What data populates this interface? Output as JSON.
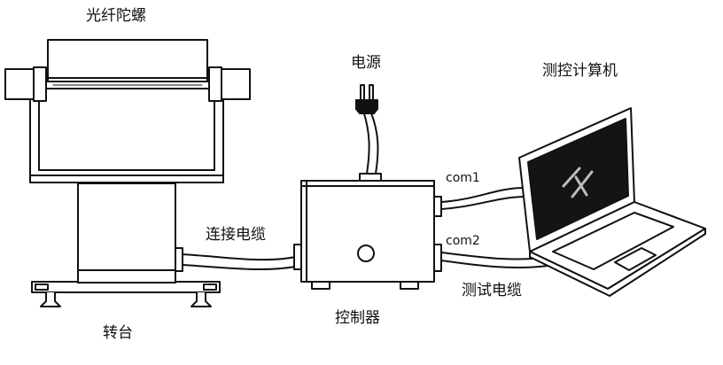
{
  "labels": {
    "gyro": "光纤陀螺",
    "power": "电源",
    "computer": "测控计算机",
    "com1": "com1",
    "com2": "com2",
    "connect_cable": "连接电缆",
    "test_cable": "测试电缆",
    "turntable": "转台",
    "controller": "控制器"
  },
  "colors": {
    "line": "#111111",
    "fill": "#ffffff",
    "screen": "#141414"
  }
}
